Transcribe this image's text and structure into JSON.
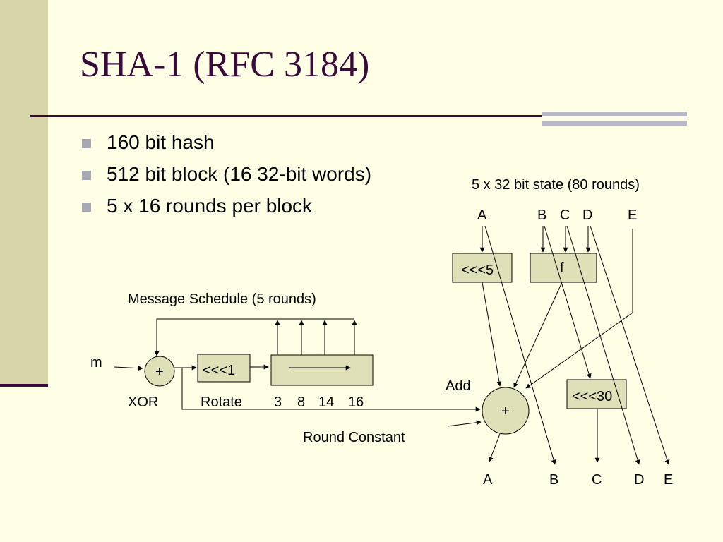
{
  "slide": {
    "title": "SHA-1 (RFC 3184)",
    "bullets": [
      "160 bit hash",
      "512 bit block (16 32-bit words)",
      "5 x 16 rounds per block"
    ]
  },
  "diagram": {
    "state_caption": "5 x 32 bit state (80 rounds)",
    "inputs": [
      "A",
      "B",
      "C",
      "D",
      "E"
    ],
    "outputs": [
      "A",
      "B",
      "C",
      "D",
      "E"
    ],
    "rotl5_label": "<<<5",
    "f_label": "f",
    "rotl30_label": "<<<30",
    "add_caption": "Add",
    "plus_symbol": "+",
    "round_constant_label": "Round Constant",
    "message_schedule_caption": "Message Schedule (5 rounds)",
    "m_label": "m",
    "xor_symbol": "+",
    "xor_caption": "XOR",
    "rotl1_label": "<<<1",
    "rotate_caption": "Rotate",
    "taps": [
      "3",
      "8",
      "14",
      "16"
    ]
  },
  "colors": {
    "background": "#ffffe5",
    "side_band": "#d6d6a8",
    "title": "#3a0b3a",
    "box_fill": "#e0e0b8",
    "bullet_marker": "#a8a8b4"
  }
}
